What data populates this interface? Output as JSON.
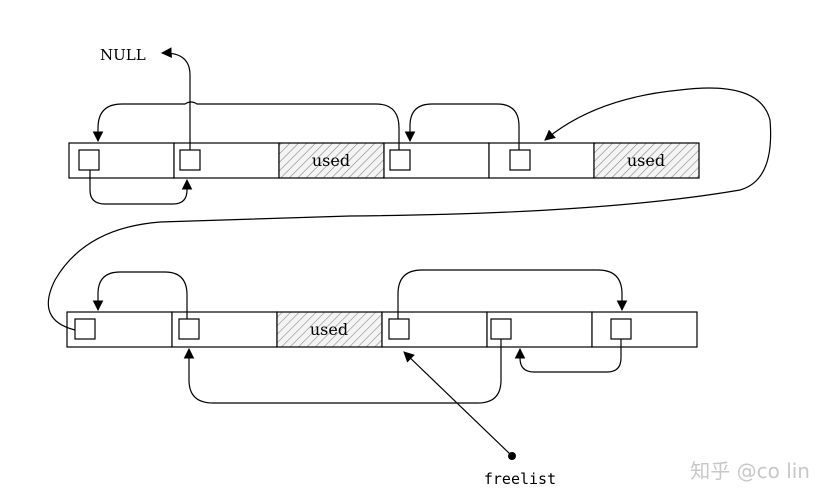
{
  "labels": {
    "null": "NULL",
    "used": "used",
    "freelist": "freelist"
  },
  "watermark": "知乎 @co lin",
  "colors": {
    "stroke": "#000000",
    "hatch": "#888888",
    "hatch_bg": "#f2f2f2",
    "watermark": "#c8c8c8"
  }
}
